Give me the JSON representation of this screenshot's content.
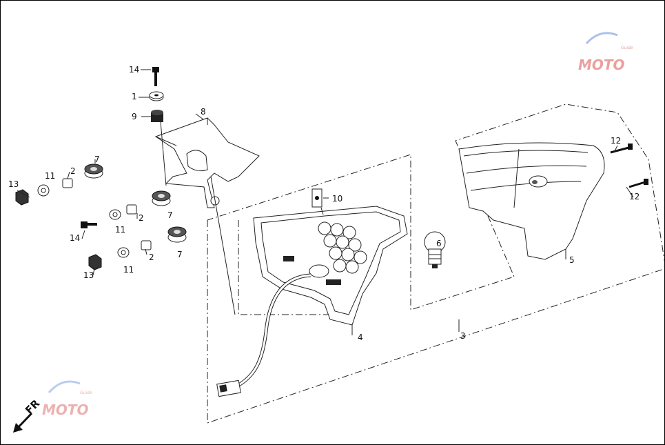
{
  "diagram": {
    "callouts": {
      "c14a": "14",
      "c1": "1",
      "c9": "9",
      "c8": "8",
      "c7a": "7",
      "c2a": "2",
      "c11a": "11",
      "c13a": "13",
      "c14b": "14",
      "c11b": "11",
      "c2b": "2",
      "c7b": "7",
      "c11c": "11",
      "c2c": "2",
      "c7c": "7",
      "c13b": "13",
      "c10": "10",
      "c6": "6",
      "c4": "4",
      "c3": "3",
      "c5": "5",
      "c12a": "12",
      "c12b": "12"
    },
    "direction_label": "FR",
    "watermark": {
      "text": "MOTO",
      "small_text": "Guide",
      "color_primary": "#d9534f",
      "color_secondary": "#6a8fd8"
    }
  }
}
